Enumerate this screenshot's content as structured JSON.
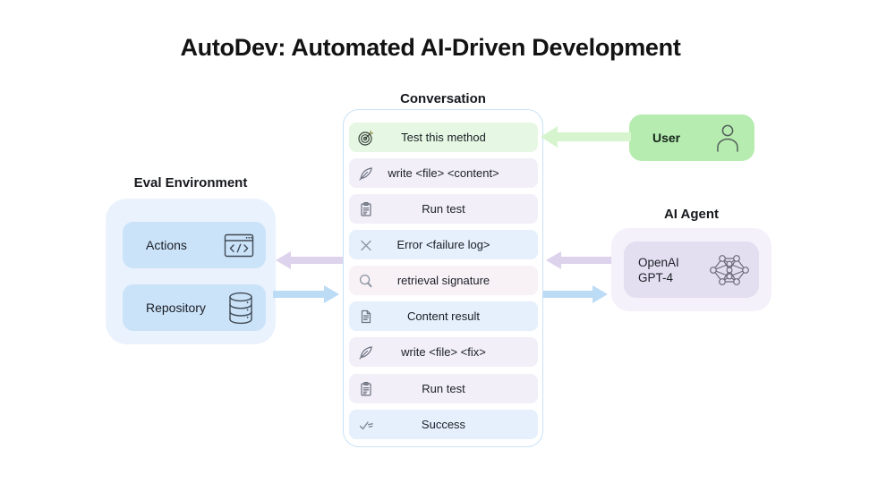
{
  "title": "AutoDev: Automated AI-Driven Development",
  "conversation": {
    "label": "Conversation",
    "rows": [
      {
        "icon": "target-icon",
        "label": "Test this method",
        "variant": "green"
      },
      {
        "icon": "feather-icon",
        "label": "write <file> <content>",
        "variant": "lavender"
      },
      {
        "icon": "clipboard-icon",
        "label": "Run test",
        "variant": "lavender"
      },
      {
        "icon": "x-icon",
        "label": "Error <failure log>",
        "variant": "blue"
      },
      {
        "icon": "magnifier-icon",
        "label": "retrieval signature",
        "variant": "pink"
      },
      {
        "icon": "document-icon",
        "label": "Content result",
        "variant": "blue"
      },
      {
        "icon": "feather-icon",
        "label": "write <file> <fix>",
        "variant": "lavender"
      },
      {
        "icon": "clipboard-icon",
        "label": "Run test",
        "variant": "lavender"
      },
      {
        "icon": "check-icon",
        "label": "Success",
        "variant": "blue"
      }
    ]
  },
  "eval_environment": {
    "label": "Eval Environment",
    "boxes": [
      {
        "label": "Actions",
        "icon": "code-window-icon"
      },
      {
        "label": "Repository",
        "icon": "database-icon"
      }
    ]
  },
  "user": {
    "label": "User",
    "icon": "person-icon"
  },
  "ai_agent": {
    "label": "AI Agent",
    "box": {
      "line1": "OpenAI",
      "line2": "GPT-4",
      "icon": "neural-network-icon"
    }
  },
  "arrows": [
    {
      "name": "user-to-conversation",
      "direction": "left",
      "color": "#d6f5ce"
    },
    {
      "name": "conversation-to-eval",
      "direction": "left",
      "color": "#ddd3ec"
    },
    {
      "name": "eval-to-conversation",
      "direction": "right",
      "color": "#bcdbf5"
    },
    {
      "name": "agent-to-conversation",
      "direction": "left",
      "color": "#ddd3ec"
    },
    {
      "name": "conversation-to-agent",
      "direction": "right",
      "color": "#bcdbf5"
    }
  ],
  "colors": {
    "row_green": "#e6f8e3",
    "row_lavender": "#f2eff8",
    "row_blue": "#e5f0fc",
    "row_pink": "#f8f2f7",
    "panel_border": "#c9e2f7",
    "eval_outer": "#e9f2fd",
    "eval_inner": "#cbe3f9",
    "user_green": "#b6ecb0",
    "agent_outer": "#f4f1fa",
    "agent_inner": "#e4def1",
    "arrow_purple": "#ddd3ec",
    "arrow_blue": "#bcdbf5",
    "arrow_green": "#d6f5ce"
  }
}
